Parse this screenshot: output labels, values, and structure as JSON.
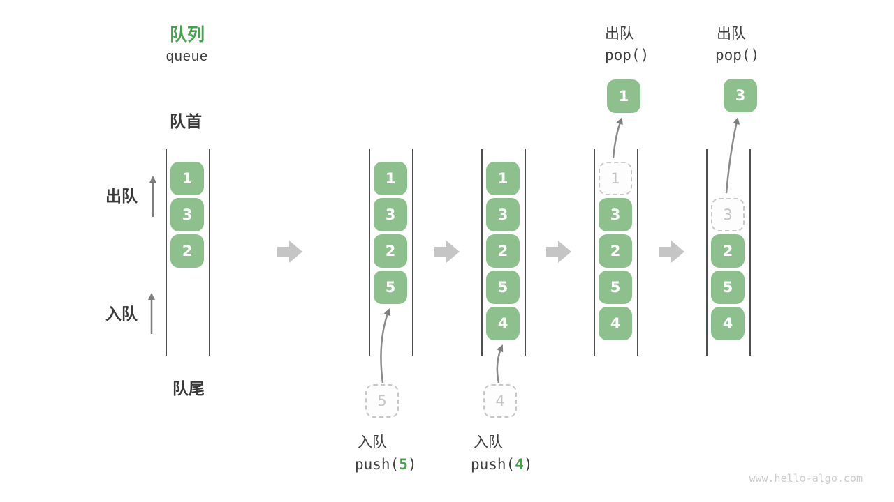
{
  "header": {
    "title_zh": "队列",
    "title_en": "queue"
  },
  "labels": {
    "front": "队首",
    "rear": "队尾",
    "dequeue_side": "出队",
    "enqueue_side": "入队"
  },
  "columns": [
    {
      "cells": [
        "1",
        "3",
        "2"
      ]
    },
    {
      "cells": [
        "1",
        "3",
        "2",
        "5"
      ],
      "pending": "5"
    },
    {
      "cells": [
        "1",
        "3",
        "2",
        "5",
        "4"
      ],
      "pending": "4"
    },
    {
      "cells": [
        "3",
        "2",
        "5",
        "4"
      ],
      "removed": "1",
      "popped": "1"
    },
    {
      "cells": [
        "2",
        "5",
        "4"
      ],
      "removed": "3",
      "popped": "3"
    }
  ],
  "operations": {
    "push5": {
      "label": "入队",
      "fn": "push(",
      "arg": "5",
      "close": ")"
    },
    "push4": {
      "label": "入队",
      "fn": "push(",
      "arg": "4",
      "close": ")"
    },
    "pop1": {
      "label": "出队",
      "code": "pop()"
    },
    "pop2": {
      "label": "出队",
      "code": "pop()"
    }
  },
  "icons": {
    "step_arrow": "right-arrow-icon",
    "dequeue_direction": "up-arrow-icon",
    "enqueue_direction": "up-arrow-icon",
    "move_arrow": "curved-arrow-icon"
  },
  "colors": {
    "accent_green": "#47a04b",
    "box_green": "#8dc08d",
    "box_text": "#ffffff",
    "dashed_border": "#c8c8c8",
    "dashed_text": "#c4c4c4",
    "channel_line": "#4f4f4f",
    "step_arrow_gray": "#c5c5c5",
    "thin_arrow_gray": "#7d7d7d",
    "text_dark": "#3a3a3a",
    "watermark_gray": "#cccccc"
  },
  "watermark": "www.hello-algo.com"
}
